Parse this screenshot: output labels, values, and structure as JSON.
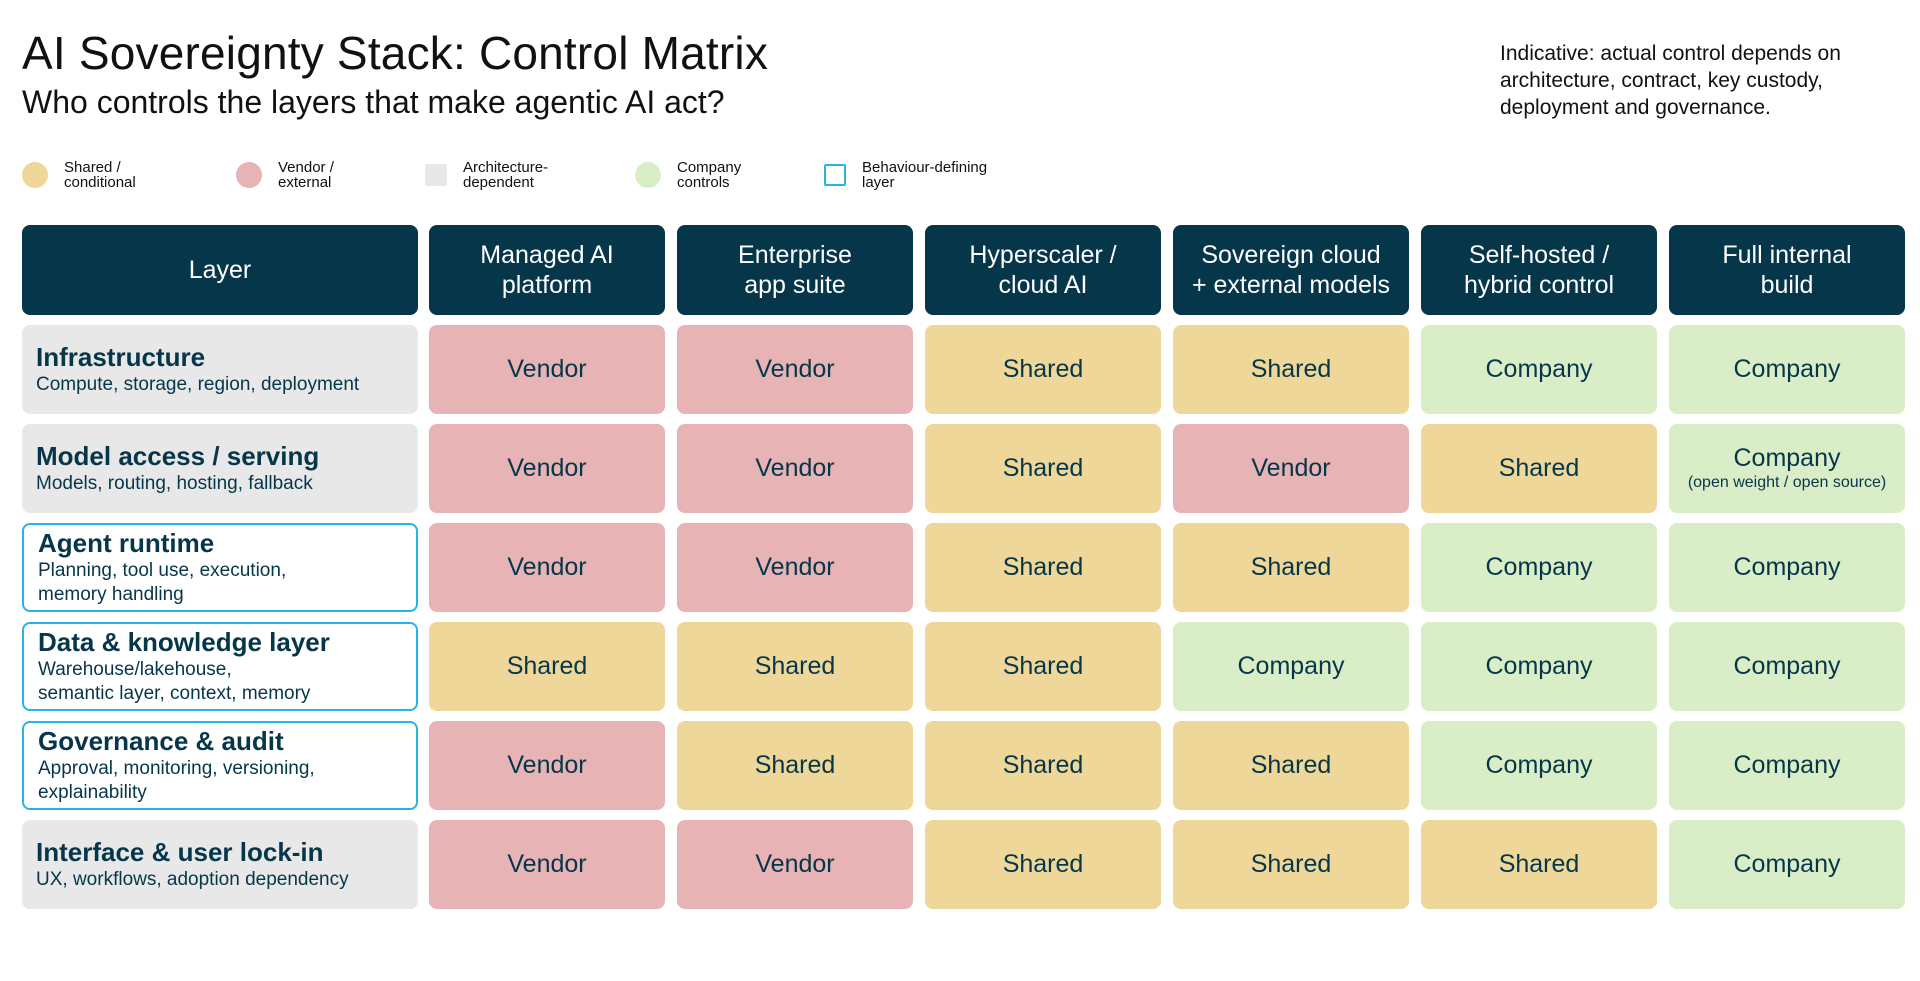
{
  "title": "AI Sovereignty Stack: Control Matrix",
  "subtitle": "Who controls the layers that make agentic AI act?",
  "note": "Indicative: actual control depends on architecture, contract, key custody, deployment and governance.",
  "colors": {
    "shared": "#eed798",
    "vendor": "#e7b3b4",
    "architecture": "#e8e8e8",
    "company": "#d9edc7",
    "behaviour_outline": "#27b4ea",
    "header": "#06364a",
    "text": "#06364a"
  },
  "legend": [
    {
      "key": "shared",
      "label": "Shared / conditional"
    },
    {
      "key": "vendor",
      "label": "Vendor / external"
    },
    {
      "key": "architecture",
      "label": "Architecture-dependent"
    },
    {
      "key": "company",
      "label": "Company controls"
    },
    {
      "key": "behaviour",
      "label": "Behaviour-defining layer"
    }
  ],
  "chart_data": {
    "type": "table",
    "corner_header": "Layer",
    "columns": [
      "Managed AI\nplatform",
      "Enterprise\napp suite",
      "Hyperscaler /\ncloud AI",
      "Sovereign cloud\n+ external models",
      "Self-hosted /\nhybrid control",
      "Full internal\nbuild"
    ],
    "rows": [
      {
        "name": "Infrastructure",
        "description": "Compute, storage, region, deployment",
        "layer_type": "architecture",
        "cells": [
          {
            "value": "Vendor"
          },
          {
            "value": "Vendor"
          },
          {
            "value": "Shared"
          },
          {
            "value": "Shared"
          },
          {
            "value": "Company"
          },
          {
            "value": "Company"
          }
        ]
      },
      {
        "name": "Model access / serving",
        "description": "Models, routing, hosting, fallback",
        "layer_type": "architecture",
        "cells": [
          {
            "value": "Vendor"
          },
          {
            "value": "Vendor"
          },
          {
            "value": "Shared"
          },
          {
            "value": "Vendor"
          },
          {
            "value": "Shared"
          },
          {
            "value": "Company",
            "note": "(open weight / open source)"
          }
        ]
      },
      {
        "name": "Agent runtime",
        "description": "Planning, tool use, execution,\nmemory handling",
        "layer_type": "behaviour",
        "cells": [
          {
            "value": "Vendor"
          },
          {
            "value": "Vendor"
          },
          {
            "value": "Shared"
          },
          {
            "value": "Shared"
          },
          {
            "value": "Company"
          },
          {
            "value": "Company"
          }
        ]
      },
      {
        "name": "Data & knowledge layer",
        "description": "Warehouse/lakehouse,\nsemantic layer, context, memory",
        "layer_type": "behaviour",
        "cells": [
          {
            "value": "Shared"
          },
          {
            "value": "Shared"
          },
          {
            "value": "Shared"
          },
          {
            "value": "Company"
          },
          {
            "value": "Company"
          },
          {
            "value": "Company"
          }
        ]
      },
      {
        "name": "Governance & audit",
        "description": "Approval, monitoring, versioning,\nexplainability",
        "layer_type": "behaviour",
        "cells": [
          {
            "value": "Vendor"
          },
          {
            "value": "Shared"
          },
          {
            "value": "Shared"
          },
          {
            "value": "Shared"
          },
          {
            "value": "Company"
          },
          {
            "value": "Company"
          }
        ]
      },
      {
        "name": "Interface & user lock-in",
        "description": "UX, workflows, adoption dependency",
        "layer_type": "architecture",
        "cells": [
          {
            "value": "Vendor"
          },
          {
            "value": "Vendor"
          },
          {
            "value": "Shared"
          },
          {
            "value": "Shared"
          },
          {
            "value": "Shared"
          },
          {
            "value": "Company"
          }
        ]
      }
    ]
  }
}
